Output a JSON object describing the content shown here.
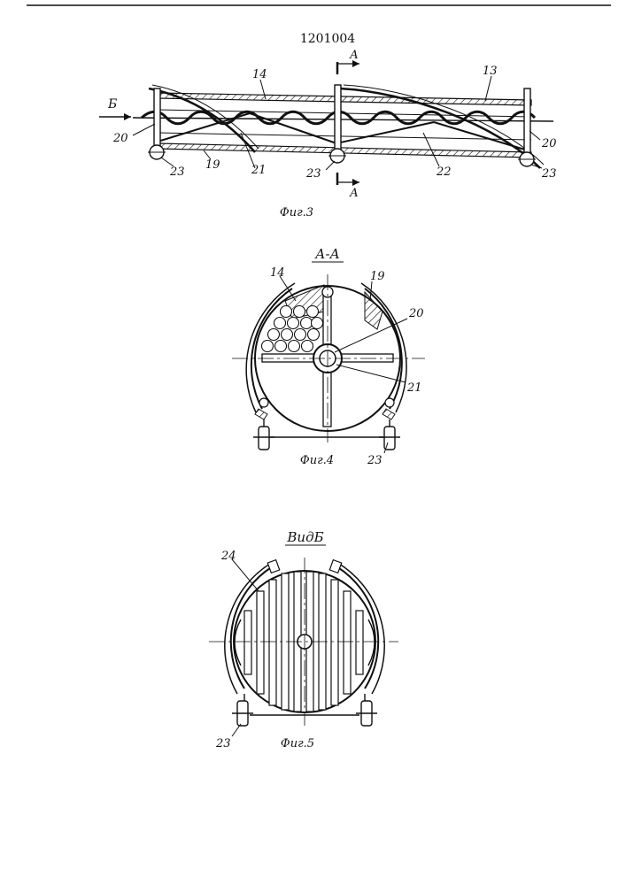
{
  "patent_number": "1201004",
  "section_marker": "А",
  "view_marker": "Б",
  "fig3": {
    "caption": "Фиг.3",
    "labels": {
      "l14": "14",
      "l13": "13",
      "l20a": "20",
      "l20b": "20",
      "l21": "21",
      "l22": "22",
      "l19": "19",
      "l23a": "23",
      "l23b": "23",
      "l23c": "23"
    }
  },
  "fig4": {
    "title": "А-А",
    "caption": "Фиг.4",
    "labels": {
      "l14": "14",
      "l19": "19",
      "l20": "20",
      "l21": "21",
      "l23": "23"
    }
  },
  "fig5": {
    "title": "ВидБ",
    "caption": "Фиг.5",
    "labels": {
      "l24": "24",
      "l23": "23"
    }
  },
  "colors": {
    "ink": "#111111",
    "paper": "#ffffff"
  }
}
